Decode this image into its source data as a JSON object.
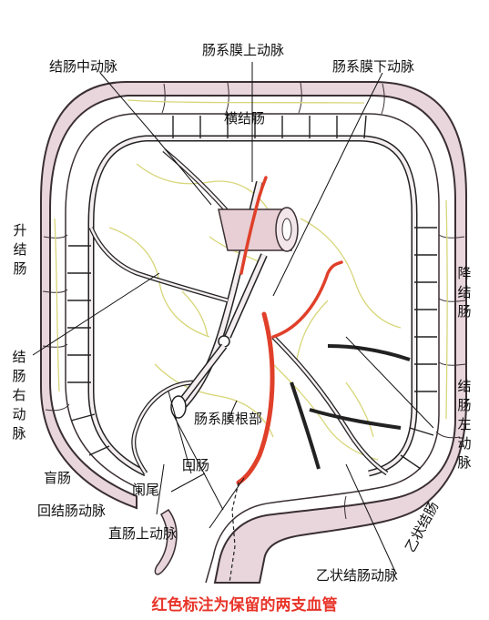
{
  "colors": {
    "colon_fill": "#e8d6dc",
    "colon_outline": "#3a2f33",
    "vessel_outline": "#222222",
    "vessel_fill": "#f5eef0",
    "yellow_vessel": "#d8d67a",
    "highlight_red": "#e0402a",
    "caption": "#e8352a"
  },
  "labels": {
    "sma": "肠系膜上动脉",
    "ima": "肠系膜下动脉",
    "middle_colic": "结肠中动脉",
    "transverse_colon": "横结肠",
    "ascending_colon": "升结肠",
    "descending_colon": "降结肠",
    "right_colic": "结肠右动脉",
    "left_colic": "结肠左动脉",
    "mesentery_root": "肠系膜根部",
    "cecum": "盲肠",
    "appendix": "阑尾",
    "ileum": "回肠",
    "ileocolic": "回结肠动脉",
    "superior_rectal": "直肠上动脉",
    "sigmoid_colon": "乙状结肠",
    "sigmoid_arteries": "乙状结肠动脉"
  },
  "caption": "红色标注为保留的两支血管"
}
